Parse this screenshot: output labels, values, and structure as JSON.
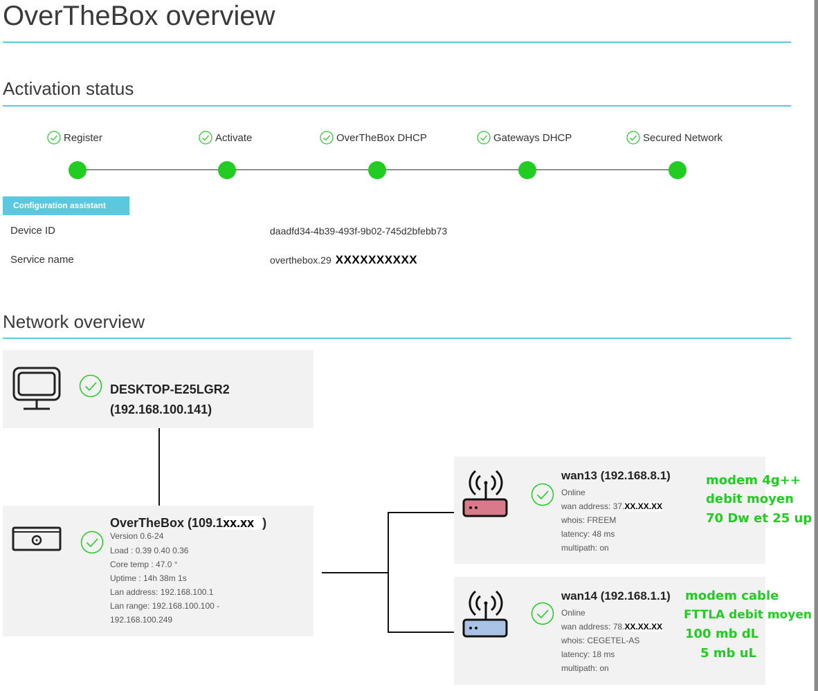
{
  "header": {
    "title": "OverTheBox overview"
  },
  "activation": {
    "title": "Activation status",
    "steps": [
      {
        "label": "Register"
      },
      {
        "label": "Activate"
      },
      {
        "label": "OverTheBox DHCP"
      },
      {
        "label": "Gateways DHCP"
      },
      {
        "label": "Secured Network"
      }
    ],
    "config_button": "Configuration assistant",
    "device_id_label": "Device ID",
    "device_id_value": "daadfd34-4b39-493f-9b02-745d2bfebb73",
    "service_name_label": "Service name",
    "service_name_value": "overthebox.29",
    "service_name_redacted": "XXXXXXXXXX"
  },
  "network": {
    "title": "Network overview",
    "client": {
      "name": "DESKTOP-E25LGR2",
      "ip": "(192.168.100.141)"
    },
    "otb": {
      "title_prefix": "OverTheBox (109.1",
      "title_redacted": "xx.xx",
      "title_suffix": ")",
      "version": "Version 0.6-24",
      "load": "Load : 0.39 0.40 0.36",
      "core_temp": "Core temp : 47.0 °",
      "uptime": "Uptime : 14h 38m 1s",
      "lan_address": "Lan address: 192.168.100.1",
      "lan_range": "Lan range: 192.168.100.100 -",
      "lan_range_end": "192.168.100.249"
    },
    "wans": [
      {
        "title": "wan13 (192.168.8.1)",
        "status": "Online",
        "wan_address_prefix": "wan address: 37.",
        "wan_address_redacted": "XX.XX.XX",
        "whois": "whois: FREEM",
        "latency": "latency: 48 ms",
        "multipath": "multipath: on",
        "router_color": "#d97a8a",
        "annotation": [
          "modem 4g++",
          "debit moyen",
          "70 Dw et 25 up"
        ]
      },
      {
        "title": "wan14 (192.168.1.1)",
        "status": "Online",
        "wan_address_prefix": "wan address: 78.",
        "wan_address_redacted": "XX.XX.XX",
        "whois": "whois: CEGETEL-AS",
        "latency": "latency: 18 ms",
        "multipath": "multipath: on",
        "router_color": "#a9c3e6",
        "annotation": [
          "modem cable",
          "FTTLA debit moyen",
          "100 mb dL",
          "5 mb uL"
        ]
      }
    ]
  },
  "colors": {
    "accent": "#5bc8e0",
    "ok": "#22cc22",
    "panel": "#f2f2f2"
  }
}
